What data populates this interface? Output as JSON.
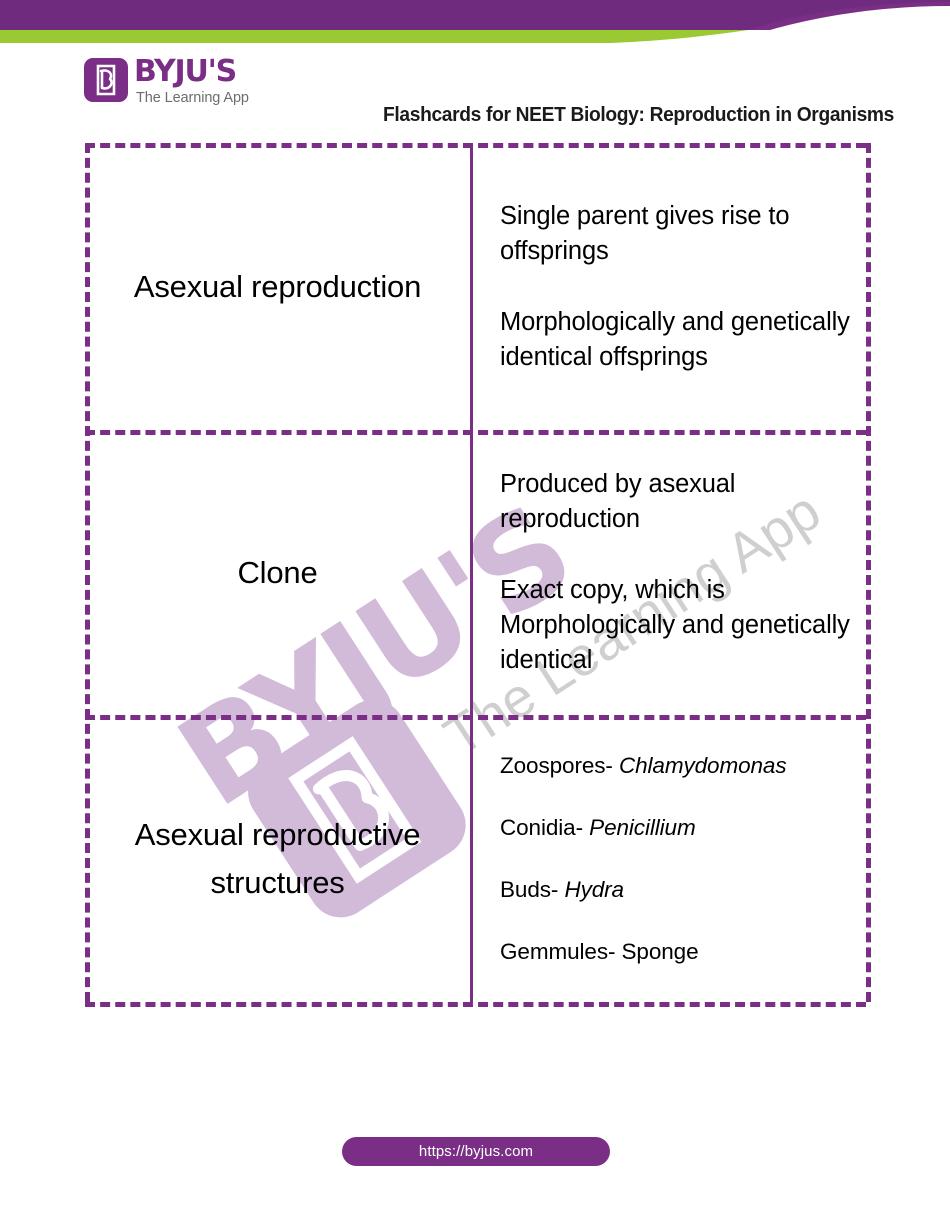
{
  "colors": {
    "purple": "#7A2E85",
    "green": "#9BC933",
    "watermark_purple": "#D2BAD9",
    "watermark_gray": "#CFCFCF",
    "text": "#000000"
  },
  "header": {
    "logo": {
      "wordmark": "BYJU'S",
      "tagline": "The Learning App",
      "mark_icon": "byjus-b-mark-icon"
    },
    "title": "Flashcards for NEET Biology: Reproduction in Organisms"
  },
  "watermark": {
    "wordmark": "BYJU'S",
    "tagline": "The Learning App"
  },
  "flashcards": [
    {
      "term": "Asexual reproduction",
      "definition_type": "paragraphs",
      "paragraphs": [
        "Single parent gives rise to offsprings",
        "Morphologically and genetically identical offsprings"
      ]
    },
    {
      "term": "Clone",
      "definition_type": "paragraphs",
      "paragraphs": [
        "Produced by asexual reproduction",
        "Exact copy, which is Morphologically and genetically identical"
      ]
    },
    {
      "term": "Asexual reproductive structures",
      "definition_type": "list",
      "items": [
        {
          "label": "Zoospores- ",
          "scientific": "Chlamydomonas"
        },
        {
          "label": "Conidia- ",
          "scientific": "Penicillium"
        },
        {
          "label": "Buds- ",
          "scientific": "Hydra"
        },
        {
          "label": "Gemmules- Sponge",
          "scientific": ""
        }
      ]
    }
  ],
  "footer": {
    "url": "https://byjus.com"
  }
}
